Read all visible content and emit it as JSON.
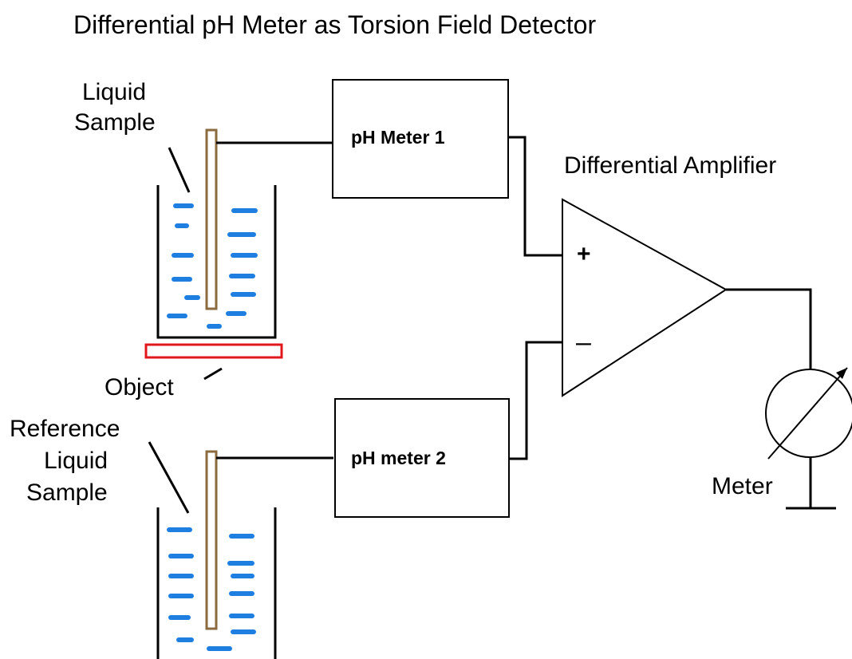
{
  "title": "Differential pH Meter as Torsion Field Detector",
  "labels": {
    "liquid_sample": [
      "Liquid",
      "Sample"
    ],
    "object": "Object",
    "reference_sample": [
      "Reference",
      "Liquid",
      "Sample"
    ],
    "amplifier": "Differential Amplifier",
    "plus": "+",
    "minus": "–",
    "meter": "Meter"
  },
  "boxes": {
    "ph_meter_1": "pH Meter 1",
    "ph_meter_2": "pH meter 2"
  },
  "colors": {
    "liquid": "#1e7fe0",
    "electrode": "#8b6b3e",
    "object": "#e0181c",
    "line": "#000000"
  }
}
